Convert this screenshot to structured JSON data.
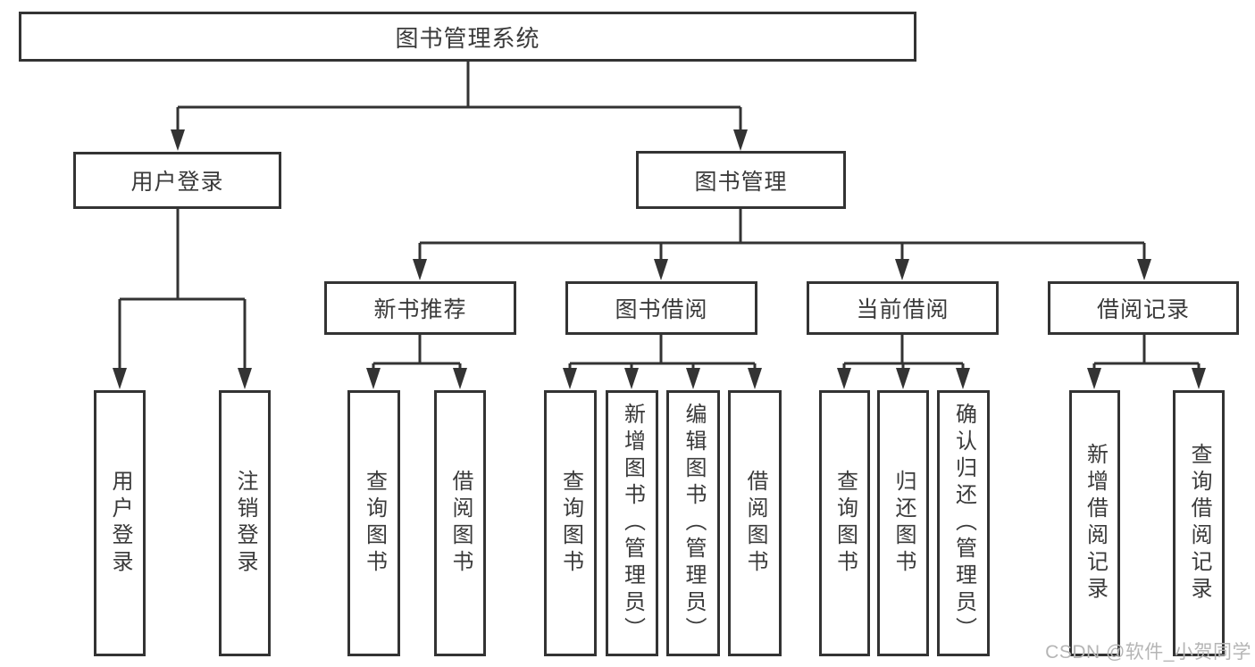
{
  "diagram": {
    "root": {
      "label": "图书管理系统"
    },
    "branches": [
      {
        "label": "用户登录",
        "children": [
          "用户登录",
          "注销登录"
        ]
      },
      {
        "label": "图书管理",
        "groups": [
          {
            "label": "新书推荐",
            "children": [
              "查询图书",
              "借阅图书"
            ]
          },
          {
            "label": "图书借阅",
            "children": [
              "查询图书",
              "新增图书（管理员）",
              "编辑图书（管理员）",
              "借阅图书"
            ]
          },
          {
            "label": "当前借阅",
            "children": [
              "查询图书",
              "归还图书",
              "确认归还（管理员）"
            ]
          },
          {
            "label": "借阅记录",
            "children": [
              "新增借阅记录",
              "查询借阅记录"
            ]
          }
        ]
      }
    ]
  },
  "watermark": "CSDN @软件_小贺同学",
  "colors": {
    "line": "#333333",
    "box_border": "#333333",
    "box_background": "#ffffff",
    "text": "#3a3a3a",
    "watermark": "#b5b5b5",
    "page_background": "#ffffff"
  }
}
